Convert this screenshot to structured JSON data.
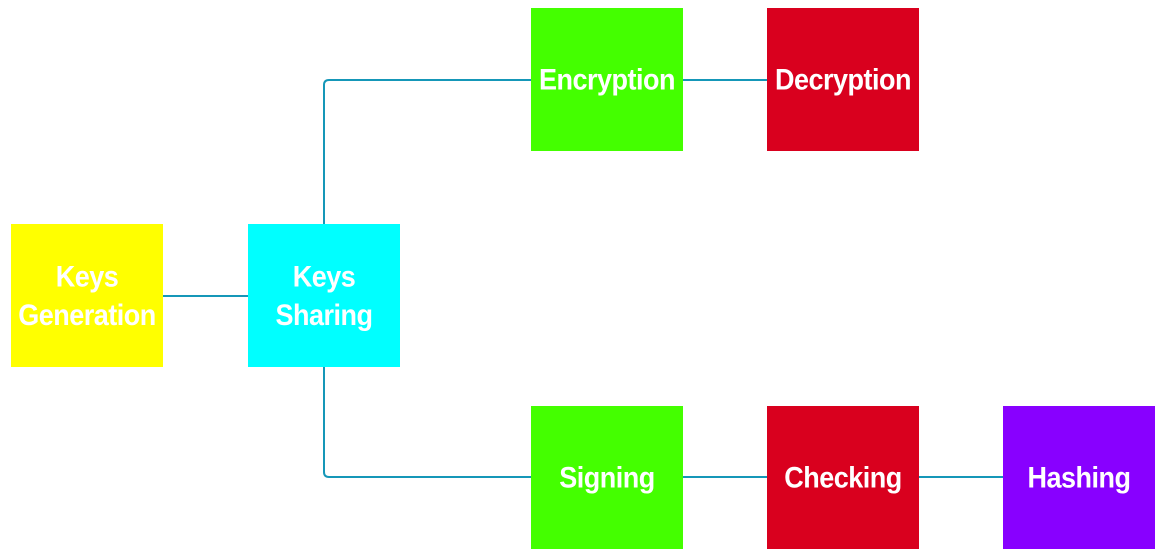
{
  "diagram": {
    "connector_color": "#1597b8",
    "nodes": [
      {
        "id": "keys-generation",
        "label": "Keys\nGeneration",
        "color": "#ffff00"
      },
      {
        "id": "keys-sharing",
        "label": "Keys\nSharing",
        "color": "#00ffff"
      },
      {
        "id": "encryption",
        "label": "Encryption",
        "color": "#44ff00"
      },
      {
        "id": "decryption",
        "label": "Decryption",
        "color": "#d9001e"
      },
      {
        "id": "signing",
        "label": "Signing",
        "color": "#44ff00"
      },
      {
        "id": "checking",
        "label": "Checking",
        "color": "#d9001e"
      },
      {
        "id": "hashing",
        "label": "Hashing",
        "color": "#8800ff"
      }
    ],
    "edges": [
      {
        "from": "keys-generation",
        "to": "keys-sharing"
      },
      {
        "from": "keys-sharing",
        "to": "encryption"
      },
      {
        "from": "encryption",
        "to": "decryption"
      },
      {
        "from": "keys-sharing",
        "to": "signing"
      },
      {
        "from": "signing",
        "to": "checking"
      },
      {
        "from": "checking",
        "to": "hashing"
      }
    ]
  }
}
